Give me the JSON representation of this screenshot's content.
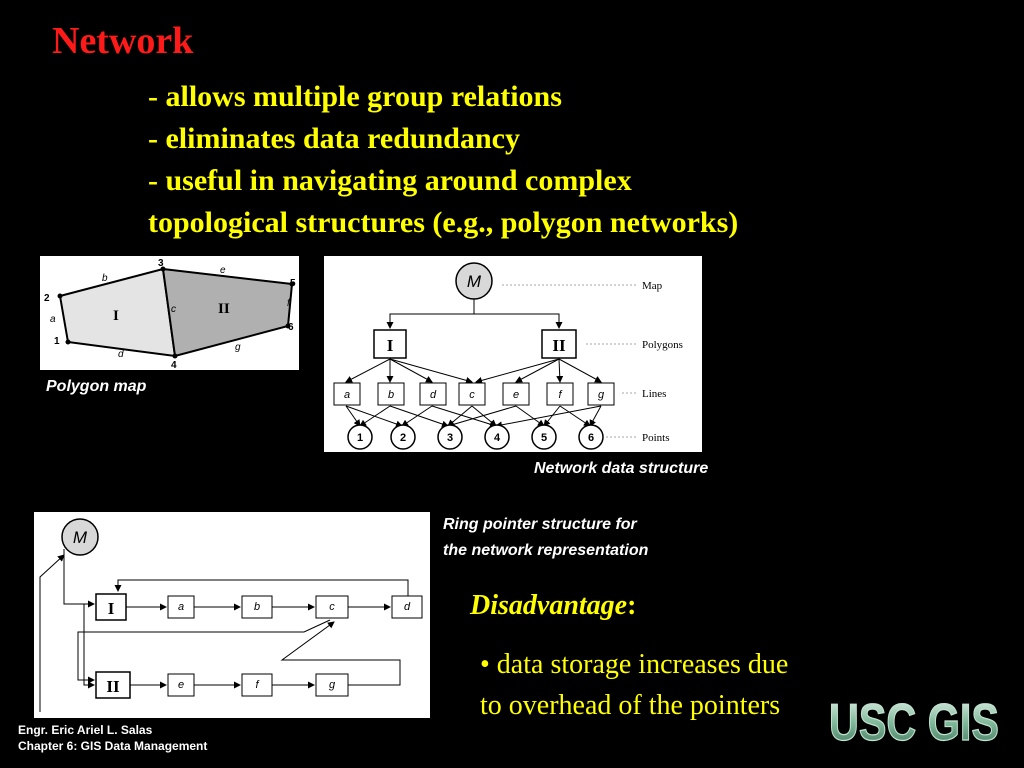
{
  "slide": {
    "title": "Network",
    "bullets": [
      "- allows multiple group relations",
      "- eliminates data redundancy",
      "- useful in navigating around complex",
      "topological structures (e.g., polygon networks)"
    ]
  },
  "polygon_map": {
    "caption": "Polygon map",
    "points": [
      "1",
      "2",
      "3",
      "4",
      "5",
      "6"
    ],
    "lines": [
      "a",
      "b",
      "c",
      "d",
      "e",
      "f",
      "g"
    ],
    "polygons": [
      "I",
      "II"
    ]
  },
  "network_structure": {
    "caption": "Network data structure",
    "root": "M",
    "polygons": [
      "I",
      "II"
    ],
    "lines": [
      "a",
      "b",
      "d",
      "c",
      "e",
      "f",
      "g"
    ],
    "points": [
      "1",
      "2",
      "3",
      "4",
      "5",
      "6"
    ],
    "levels": [
      "Map",
      "Polygons",
      "Lines",
      "Points"
    ]
  },
  "ring_pointer": {
    "caption_line1": "Ring pointer structure for",
    "caption_line2": "the network representation",
    "root": "M",
    "row1": [
      "I",
      "a",
      "b",
      "c",
      "d"
    ],
    "row2": [
      "II",
      "e",
      "f",
      "g"
    ]
  },
  "disadvantage": {
    "title": "Disadvantage",
    "colon": ":",
    "text": "• data storage increases due to overhead of the pointers"
  },
  "footer": {
    "line1": "Engr. Eric Ariel L. Salas",
    "line2": "Chapter 6: GIS Data Management"
  },
  "logo": {
    "text": "USC GIS"
  }
}
